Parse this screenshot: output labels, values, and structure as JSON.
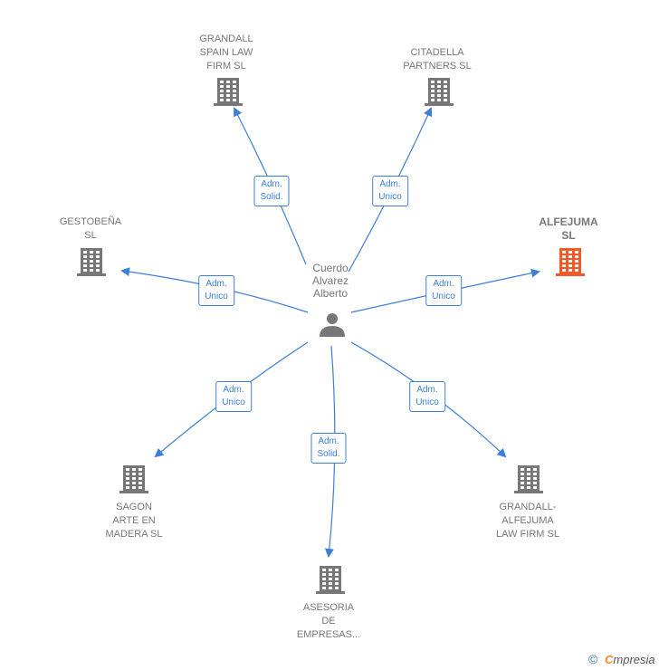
{
  "center": {
    "name": "Cuerdo\nAlvarez\nAlberto",
    "icon": "person-icon"
  },
  "colors": {
    "edge": "#3b7fd6",
    "building": "#777777",
    "highlight": "#f05a28"
  },
  "nodes": [
    {
      "id": "grandall-spain",
      "label": "GRANDALL\nSPAIN LAW\nFIRM SL",
      "role": "Adm.\nSolid.",
      "highlight": false
    },
    {
      "id": "citadella",
      "label": "CITADELLA\nPARTNERS  SL",
      "role": "Adm.\nUnico",
      "highlight": false
    },
    {
      "id": "gestobena",
      "label": "GESTOBEÑA\nSL",
      "role": "Adm.\nUnico",
      "highlight": false
    },
    {
      "id": "alfejuma",
      "label": "ALFEJUMA\nSL",
      "role": "Adm.\nUnico",
      "highlight": true
    },
    {
      "id": "sagon",
      "label": "SAGON\nARTE EN\nMADERA  SL",
      "role": "Adm.\nUnico",
      "highlight": false
    },
    {
      "id": "asesoria",
      "label": "ASESORIA\nDE\nEMPRESAS...",
      "role": "Adm.\nSolid.",
      "highlight": false
    },
    {
      "id": "grandall-alfejuma",
      "label": "GRANDALL-\nALFEJUMA\nLAW FIRM SL",
      "role": "Adm.\nUnico",
      "highlight": false
    }
  ],
  "footer": {
    "copyright": "©",
    "brand_first": "C",
    "brand_rest": "mpresia"
  }
}
